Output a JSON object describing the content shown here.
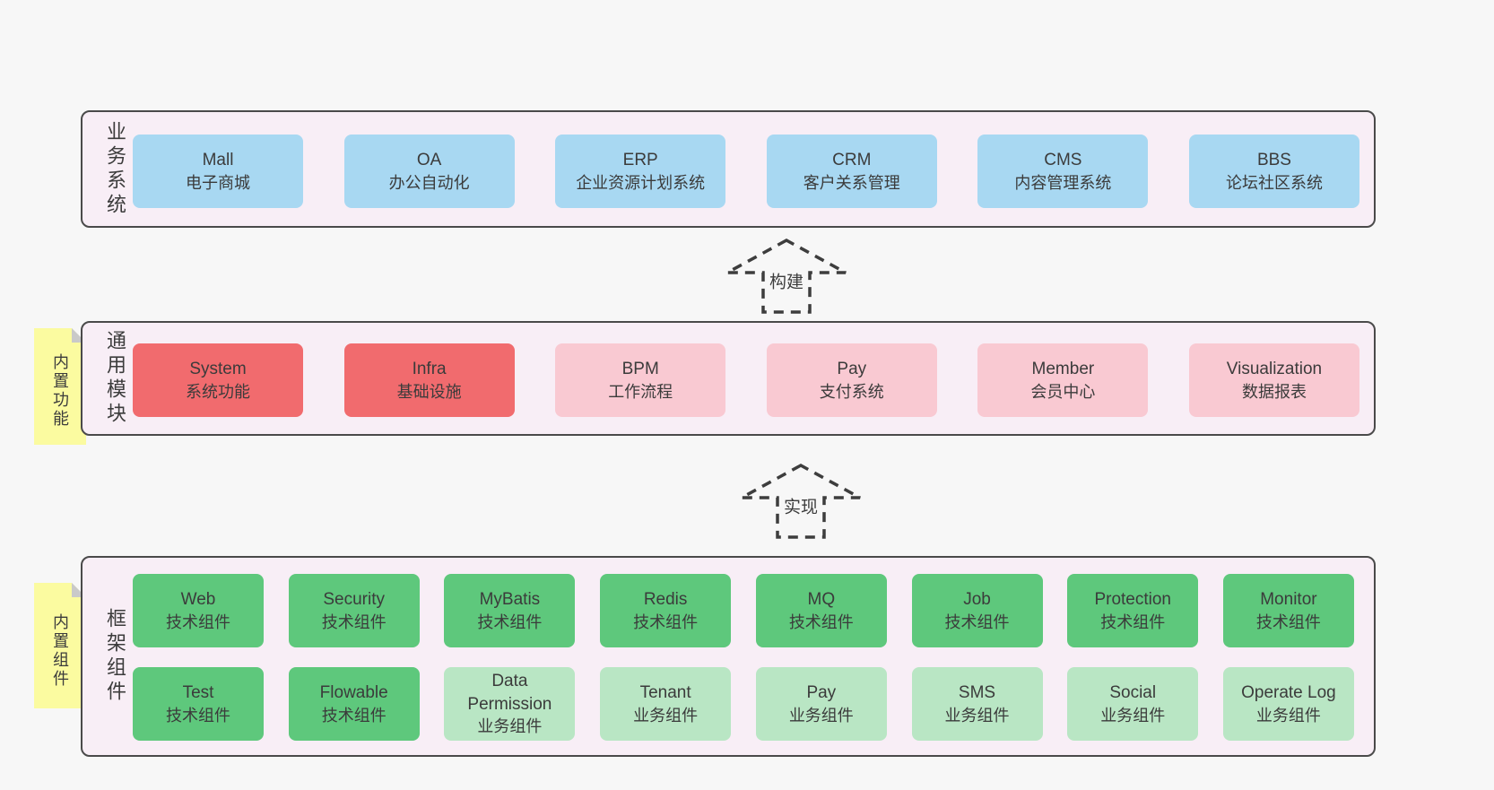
{
  "colors": {
    "page_bg": "#f7f7f7",
    "panel_bg": "#f8eef6",
    "panel_border": "#4a4a4a",
    "business_box": "#a8d8f2",
    "core_module_box": "#f16b6e",
    "optional_module_box": "#f9c9d2",
    "tech_component_box": "#5ec87c",
    "biz_component_box": "#b9e6c4",
    "sticky_bg": "#fbfba0",
    "sticky_fold": "#c9c9c9",
    "text": "#3b3b3b"
  },
  "arrows": [
    {
      "label": "构建"
    },
    {
      "label": "实现"
    }
  ],
  "layers": {
    "business": {
      "side_label": "业务系统",
      "boxes": [
        {
          "name": "Mall",
          "subtitle": "电子商城"
        },
        {
          "name": "OA",
          "subtitle": "办公自动化"
        },
        {
          "name": "ERP",
          "subtitle": "企业资源计划系统"
        },
        {
          "name": "CRM",
          "subtitle": "客户关系管理"
        },
        {
          "name": "CMS",
          "subtitle": "内容管理系统"
        },
        {
          "name": "BBS",
          "subtitle": "论坛社区系统"
        }
      ]
    },
    "modules": {
      "side_label": "通用模块",
      "sticky_label": "内置功能",
      "boxes": [
        {
          "name": "System",
          "subtitle": "系统功能",
          "variant": "red"
        },
        {
          "name": "Infra",
          "subtitle": "基础设施",
          "variant": "red"
        },
        {
          "name": "BPM",
          "subtitle": "工作流程",
          "variant": "pink"
        },
        {
          "name": "Pay",
          "subtitle": "支付系统",
          "variant": "pink"
        },
        {
          "name": "Member",
          "subtitle": "会员中心",
          "variant": "pink"
        },
        {
          "name": "Visualization",
          "subtitle": "数据报表",
          "variant": "pink"
        }
      ]
    },
    "components": {
      "side_label": "框架组件",
      "sticky_label": "内置组件",
      "rows": [
        [
          {
            "name": "Web",
            "subtitle": "技术组件",
            "variant": "green"
          },
          {
            "name": "Security",
            "subtitle": "技术组件",
            "variant": "green"
          },
          {
            "name": "MyBatis",
            "subtitle": "技术组件",
            "variant": "green"
          },
          {
            "name": "Redis",
            "subtitle": "技术组件",
            "variant": "green"
          },
          {
            "name": "MQ",
            "subtitle": "技术组件",
            "variant": "green"
          },
          {
            "name": "Job",
            "subtitle": "技术组件",
            "variant": "green"
          },
          {
            "name": "Protection",
            "subtitle": "技术组件",
            "variant": "green"
          },
          {
            "name": "Monitor",
            "subtitle": "技术组件",
            "variant": "green"
          }
        ],
        [
          {
            "name": "Test",
            "subtitle": "技术组件",
            "variant": "green"
          },
          {
            "name": "Flowable",
            "subtitle": "技术组件",
            "variant": "green"
          },
          {
            "name": "Data Permission",
            "subtitle": "业务组件",
            "variant": "lightgreen"
          },
          {
            "name": "Tenant",
            "subtitle": "业务组件",
            "variant": "lightgreen"
          },
          {
            "name": "Pay",
            "subtitle": "业务组件",
            "variant": "lightgreen"
          },
          {
            "name": "SMS",
            "subtitle": "业务组件",
            "variant": "lightgreen"
          },
          {
            "name": "Social",
            "subtitle": "业务组件",
            "variant": "lightgreen"
          },
          {
            "name": "Operate Log",
            "subtitle": "业务组件",
            "variant": "lightgreen"
          }
        ]
      ]
    }
  }
}
